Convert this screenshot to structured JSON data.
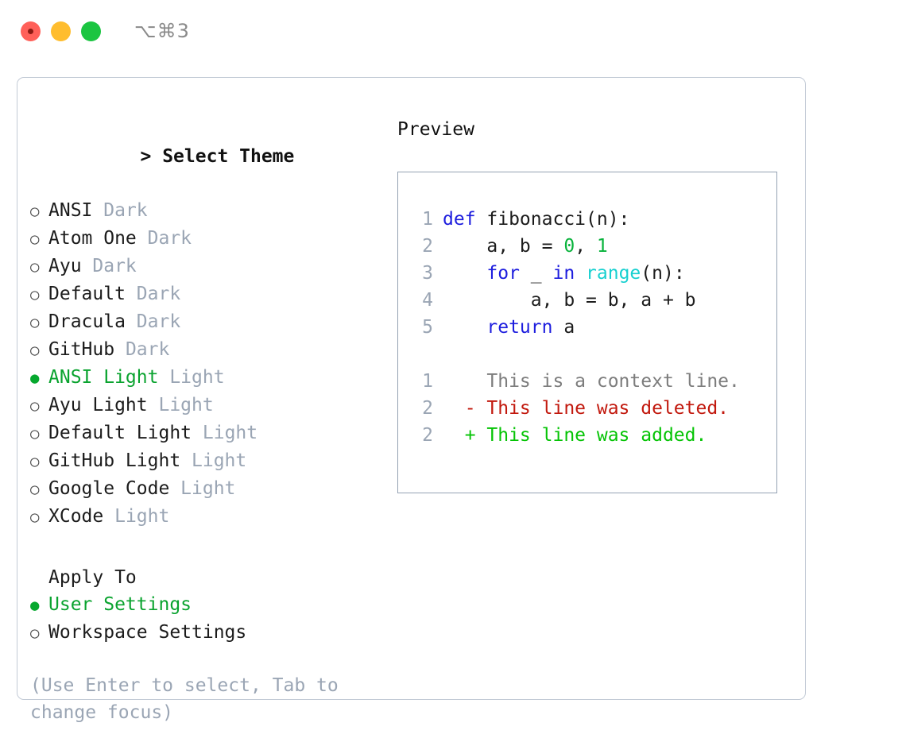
{
  "titlebar": {
    "shortcut": "⌥⌘3",
    "buttons": [
      {
        "name": "close",
        "label": "close-button"
      },
      {
        "name": "minimize",
        "label": "minimize-button"
      },
      {
        "name": "maximize",
        "label": "maximize-button"
      }
    ]
  },
  "theme_picker": {
    "caret": ">",
    "heading": "Select Theme",
    "bullet_selected": "●",
    "bullet_unselected": "○",
    "items": [
      {
        "name": "ANSI",
        "variant": "Dark",
        "selected": false
      },
      {
        "name": "Atom One",
        "variant": "Dark",
        "selected": false
      },
      {
        "name": "Ayu",
        "variant": "Dark",
        "selected": false
      },
      {
        "name": "Default",
        "variant": "Dark",
        "selected": false
      },
      {
        "name": "Dracula",
        "variant": "Dark",
        "selected": false
      },
      {
        "name": "GitHub",
        "variant": "Dark",
        "selected": false
      },
      {
        "name": "ANSI Light",
        "variant": "Light",
        "selected": true
      },
      {
        "name": "Ayu Light",
        "variant": "Light",
        "selected": false
      },
      {
        "name": "Default Light",
        "variant": "Light",
        "selected": false
      },
      {
        "name": "GitHub Light",
        "variant": "Light",
        "selected": false
      },
      {
        "name": "Google Code",
        "variant": "Light",
        "selected": false
      },
      {
        "name": "XCode",
        "variant": "Light",
        "selected": false
      }
    ]
  },
  "apply_to": {
    "heading": "Apply To",
    "options": [
      {
        "label": "User Settings",
        "selected": true
      },
      {
        "label": "Workspace Settings",
        "selected": false
      }
    ]
  },
  "hint": "(Use Enter to select, Tab to change focus)",
  "preview": {
    "heading": "Preview",
    "code": [
      {
        "no": "1",
        "tokens": [
          {
            "t": "def ",
            "c": "kw"
          },
          {
            "t": "fibonacci(n):",
            "c": "txt"
          }
        ]
      },
      {
        "no": "2",
        "tokens": [
          {
            "t": "    a, b = ",
            "c": "txt"
          },
          {
            "t": "0",
            "c": "num"
          },
          {
            "t": ", ",
            "c": "txt"
          },
          {
            "t": "1",
            "c": "num"
          }
        ]
      },
      {
        "no": "3",
        "tokens": [
          {
            "t": "    ",
            "c": "txt"
          },
          {
            "t": "for",
            "c": "kw"
          },
          {
            "t": " _ ",
            "c": "txt"
          },
          {
            "t": "in",
            "c": "kw"
          },
          {
            "t": " ",
            "c": "txt"
          },
          {
            "t": "range",
            "c": "fn"
          },
          {
            "t": "(n):",
            "c": "txt"
          }
        ]
      },
      {
        "no": "4",
        "tokens": [
          {
            "t": "        a, b = b, a + b",
            "c": "txt"
          }
        ]
      },
      {
        "no": "5",
        "tokens": [
          {
            "t": "    ",
            "c": "txt"
          },
          {
            "t": "return",
            "c": "kw"
          },
          {
            "t": " a",
            "c": "txt"
          }
        ]
      }
    ],
    "diff": [
      {
        "no": "1",
        "marker": "  ",
        "text": "This is a context line.",
        "kind": "ctx"
      },
      {
        "no": "2",
        "marker": "- ",
        "text": "This line was deleted.",
        "kind": "del"
      },
      {
        "no": "2",
        "marker": "+ ",
        "text": "This line was added.",
        "kind": "add"
      }
    ]
  },
  "colors": {
    "accent_green": "#0aa32f",
    "muted": "#9aa5b4",
    "keyword_blue": "#1d1dde",
    "function_cyan": "#17d0d0",
    "number_green": "#09b33c",
    "diff_delete_red": "#c2190e",
    "diff_add_green": "#05c405",
    "panel_border": "#c3cbd6",
    "preview_border": "#95a2b3"
  }
}
